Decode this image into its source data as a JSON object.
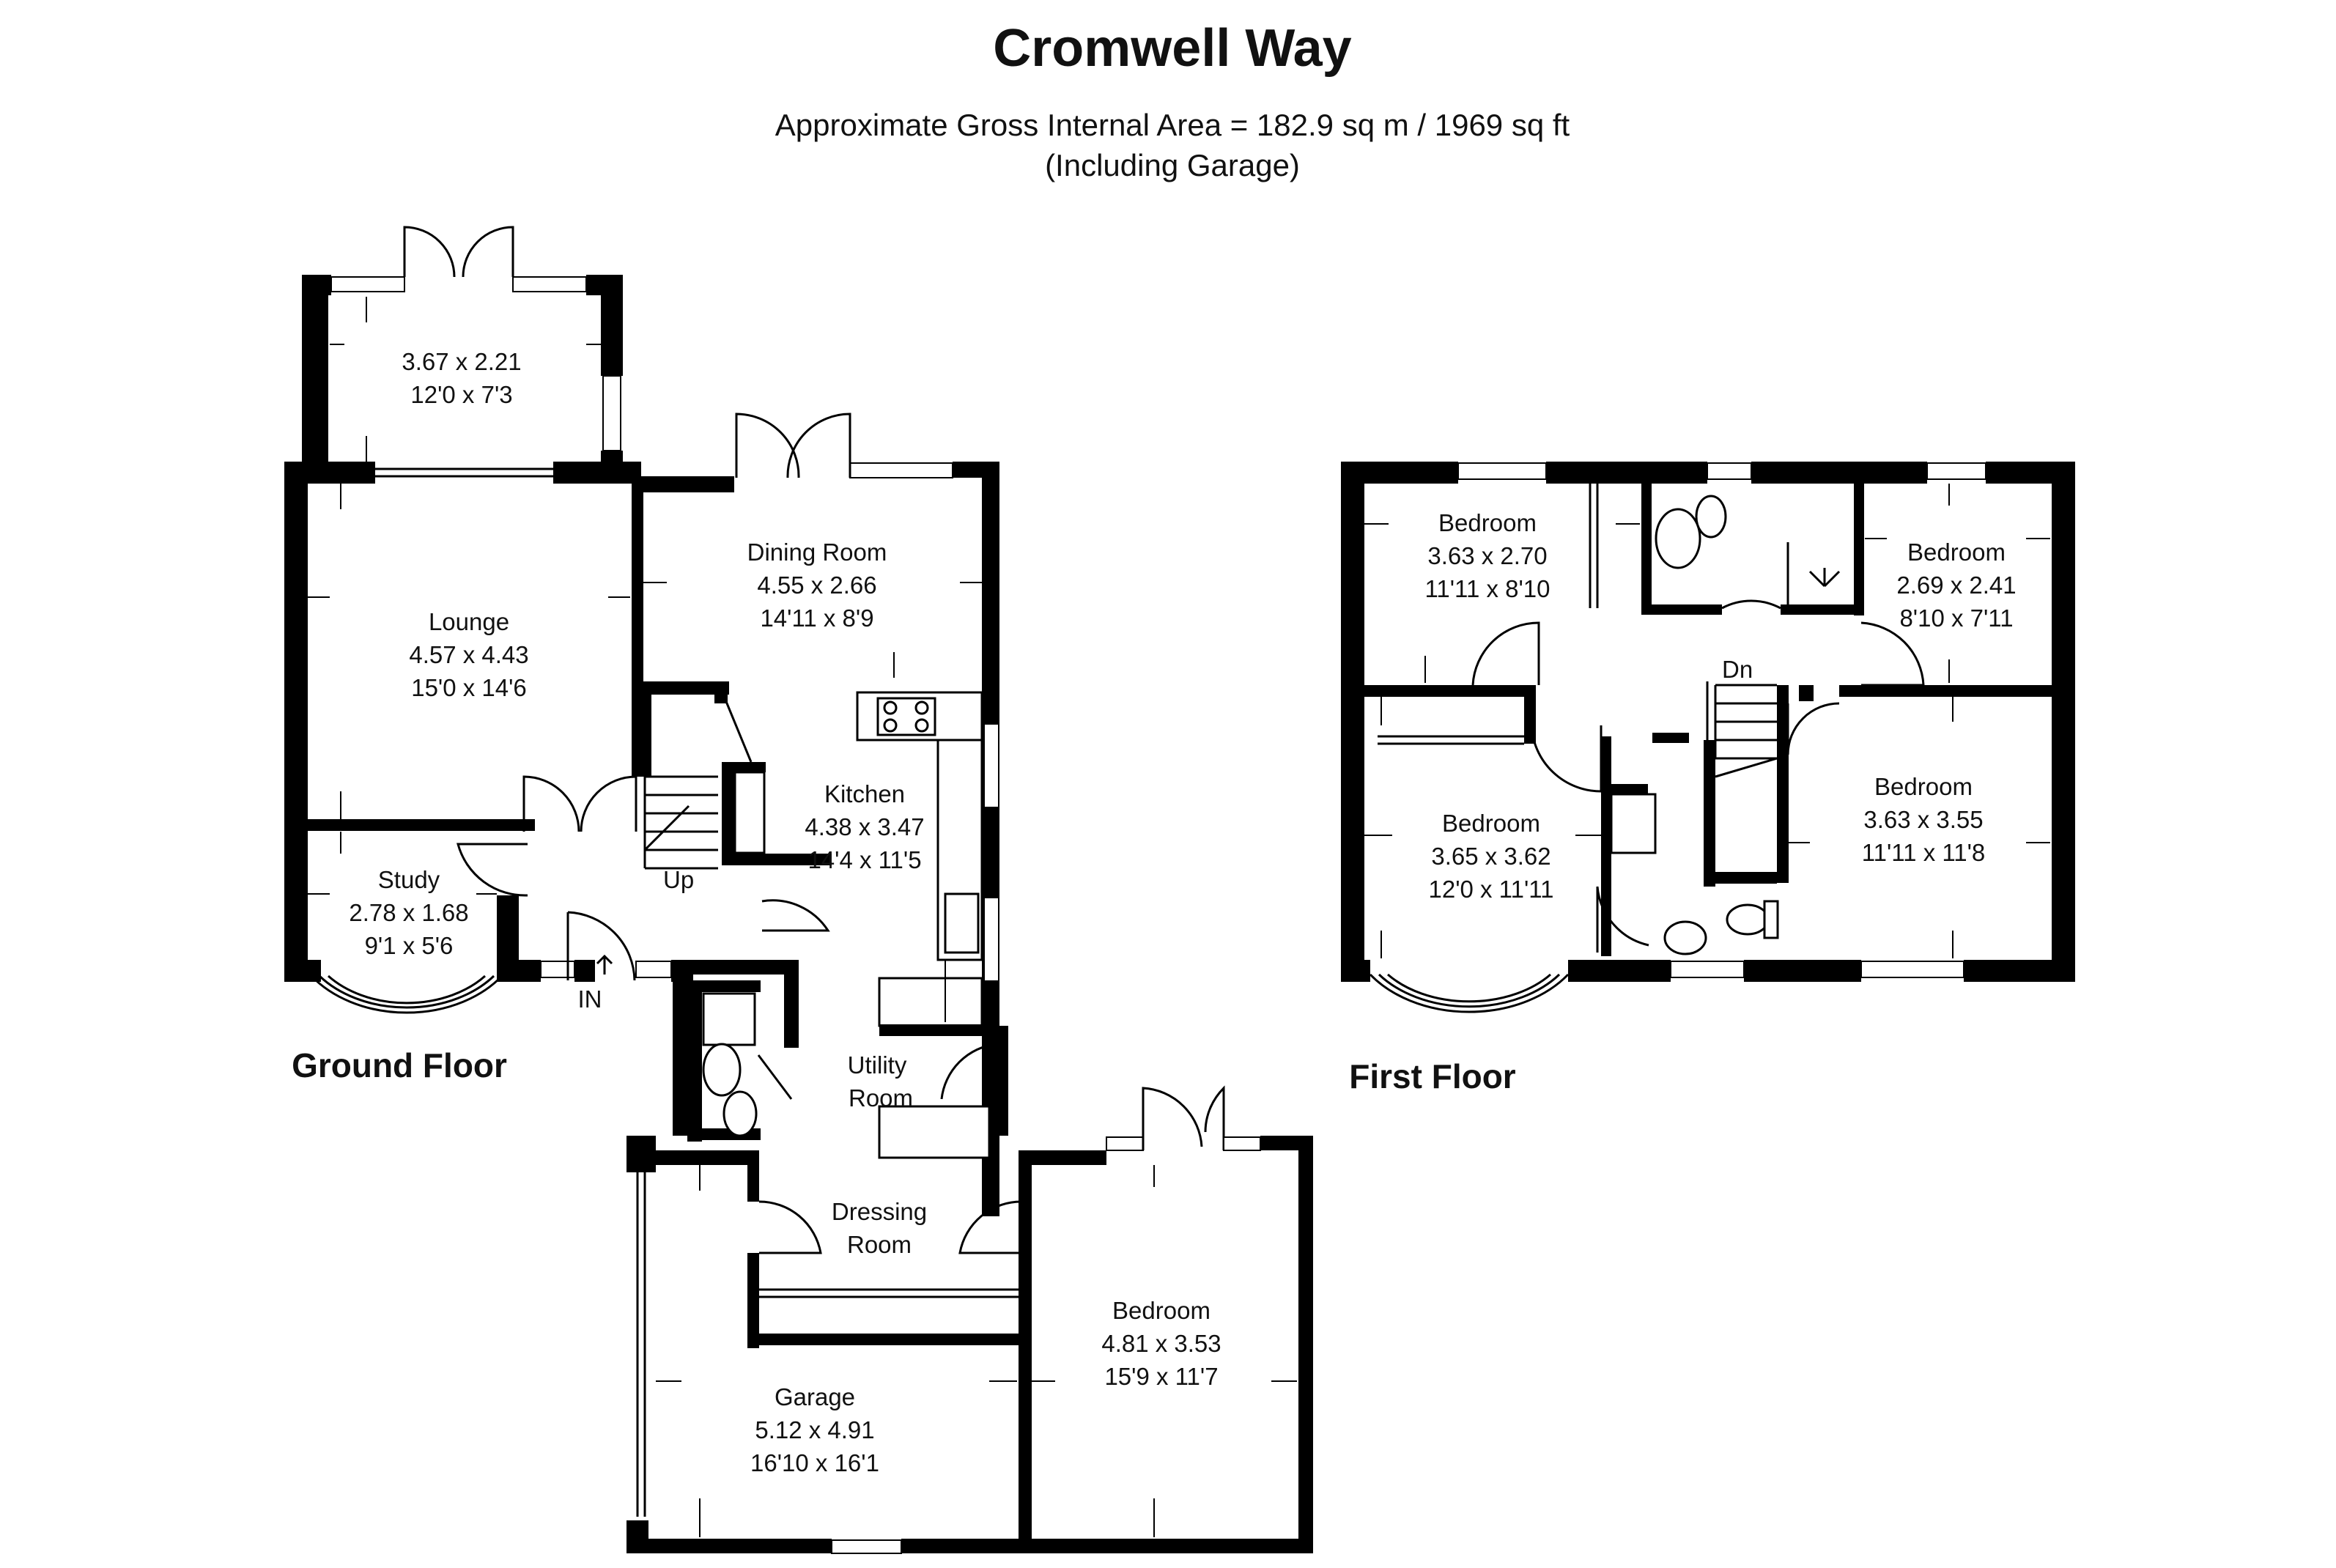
{
  "header": {
    "title": "Cromwell Way",
    "area_line": "Approximate Gross Internal Area = 182.9 sq m / 1969 sq ft",
    "area_note": "(Including Garage)"
  },
  "ground_floor": {
    "label": "Ground Floor",
    "entrance_label": "IN",
    "stairs_label": "Up",
    "rooms": {
      "conservatory": {
        "name": "",
        "metric": "3.67 x 2.21",
        "imperial": "12'0 x 7'3"
      },
      "lounge": {
        "name": "Lounge",
        "metric": "4.57 x 4.43",
        "imperial": "15'0 x 14'6"
      },
      "dining": {
        "name": "Dining Room",
        "metric": "4.55 x 2.66",
        "imperial": "14'11 x 8'9"
      },
      "study": {
        "name": "Study",
        "metric": "2.78 x 1.68",
        "imperial": "9'1 x 5'6"
      },
      "kitchen": {
        "name": "Kitchen",
        "metric": "4.38 x 3.47",
        "imperial": "14'4 x 11'5"
      },
      "utility": {
        "name_line1": "Utility",
        "name_line2": "Room"
      },
      "dressing": {
        "name_line1": "Dressing",
        "name_line2": "Room"
      },
      "garage": {
        "name": "Garage",
        "metric": "5.12 x 4.91",
        "imperial": "16'10 x 16'1"
      },
      "bedroom": {
        "name": "Bedroom",
        "metric": "4.81 x 3.53",
        "imperial": "15'9 x 11'7"
      }
    }
  },
  "first_floor": {
    "label": "First Floor",
    "stairs_label": "Dn",
    "rooms": {
      "bedroom_tl": {
        "name": "Bedroom",
        "metric": "3.63 x 2.70",
        "imperial": "11'11 x 8'10"
      },
      "bedroom_tr": {
        "name": "Bedroom",
        "metric": "2.69 x 2.41",
        "imperial": "8'10 x 7'11"
      },
      "bedroom_bl": {
        "name": "Bedroom",
        "metric": "3.65 x 3.62",
        "imperial": "12'0 x 11'11"
      },
      "bedroom_br": {
        "name": "Bedroom",
        "metric": "3.63 x 3.55",
        "imperial": "11'11 x 11'8"
      }
    }
  },
  "colors": {
    "walls": "#000000",
    "background": "#ffffff",
    "text": "#111111"
  }
}
